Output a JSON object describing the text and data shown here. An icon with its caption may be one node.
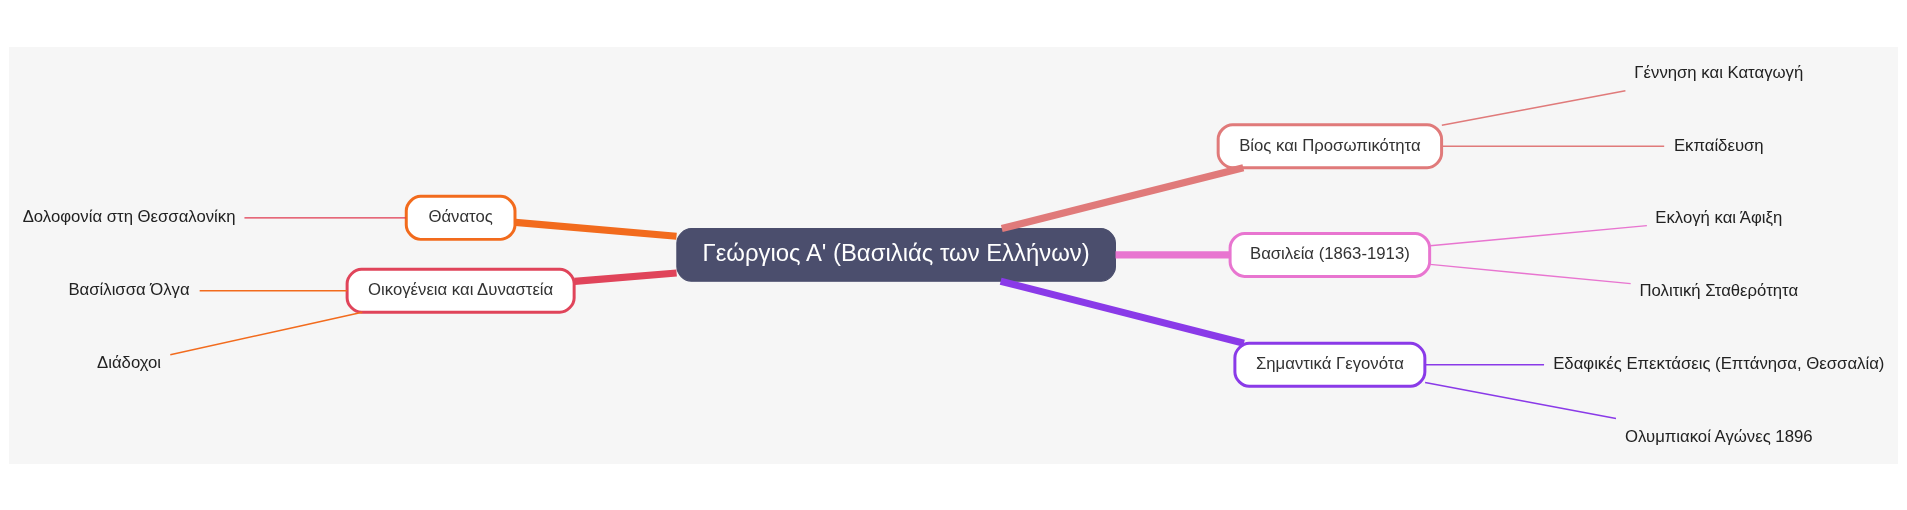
{
  "diagram": {
    "nodes": [
      {
        "text": [
          "Γεώργιος Α' (Βασιλιάς των Ελλήνων)"
        ]
      },
      {
        "text": [
          "Βίος και Προσωπικότητα"
        ]
      },
      {
        "text": [
          "Γέννηση και Καταγωγή"
        ]
      },
      {
        "text": [
          "Εκπαίδευση"
        ]
      },
      {
        "text": [
          "Βασιλεία (1863-1913)"
        ]
      },
      {
        "text": [
          "Εκλογή και Άφιξη"
        ]
      },
      {
        "text": [
          "Πολιτική Σταθερότητα"
        ]
      },
      {
        "text": [
          "Σημαντικά Γεγονότα"
        ]
      },
      {
        "text": [
          "Εδαφικές Επεκτάσεις (Επτάνησα, Θεσσαλία)"
        ]
      },
      {
        "text": [
          "Ολυμπιακοί Αγώνες 1896"
        ]
      },
      {
        "text": [
          "Θάνατος"
        ]
      },
      {
        "text": [
          "Δολοφονία στη Θεσσαλονίκη"
        ]
      },
      {
        "text": [
          "Οικογένεια και Δυναστεία"
        ]
      },
      {
        "text": [
          "Βασίλισσα Όλγα"
        ]
      },
      {
        "text": [
          "Διάδοχοι"
        ]
      }
    ],
    "edges": [
      {
        "from": 0,
        "to": 1,
        "arrow": "none",
        "style": "thick",
        "color": "#e07a7a"
      },
      {
        "from": 1,
        "to": 2,
        "arrow": "none",
        "color": "#e07a7a"
      },
      {
        "from": 1,
        "to": 3,
        "arrow": "none",
        "color": "#e07a7a"
      },
      {
        "from": 0,
        "to": 4,
        "arrow": "none",
        "style": "thick",
        "color": "#e875d0"
      },
      {
        "from": 4,
        "to": 5,
        "arrow": "none",
        "color": "#e875d0"
      },
      {
        "from": 4,
        "to": 6,
        "arrow": "none",
        "color": "#e875d0"
      },
      {
        "from": 0,
        "to": 7,
        "arrow": "none",
        "style": "thick",
        "color": "#8a3ae8"
      },
      {
        "from": 7,
        "to": 8,
        "arrow": "none",
        "color": "#8a3ae8"
      },
      {
        "from": 7,
        "to": 9,
        "arrow": "none",
        "color": "#8a3ae8"
      },
      {
        "from": 0,
        "to": 10,
        "arrow": "none",
        "style": "thick",
        "color": "#f26b1d"
      },
      {
        "from": 10,
        "to": 11,
        "arrow": "none",
        "color": "#e0394f"
      },
      {
        "from": 0,
        "to": 12,
        "arrow": "none",
        "style": "thick",
        "color": "#e0445a"
      },
      {
        "from": 12,
        "to": 13,
        "arrow": "none",
        "color": "#f26b1d"
      },
      {
        "from": 12,
        "to": 14,
        "arrow": "none",
        "color": "#f26b1d"
      }
    ]
  }
}
